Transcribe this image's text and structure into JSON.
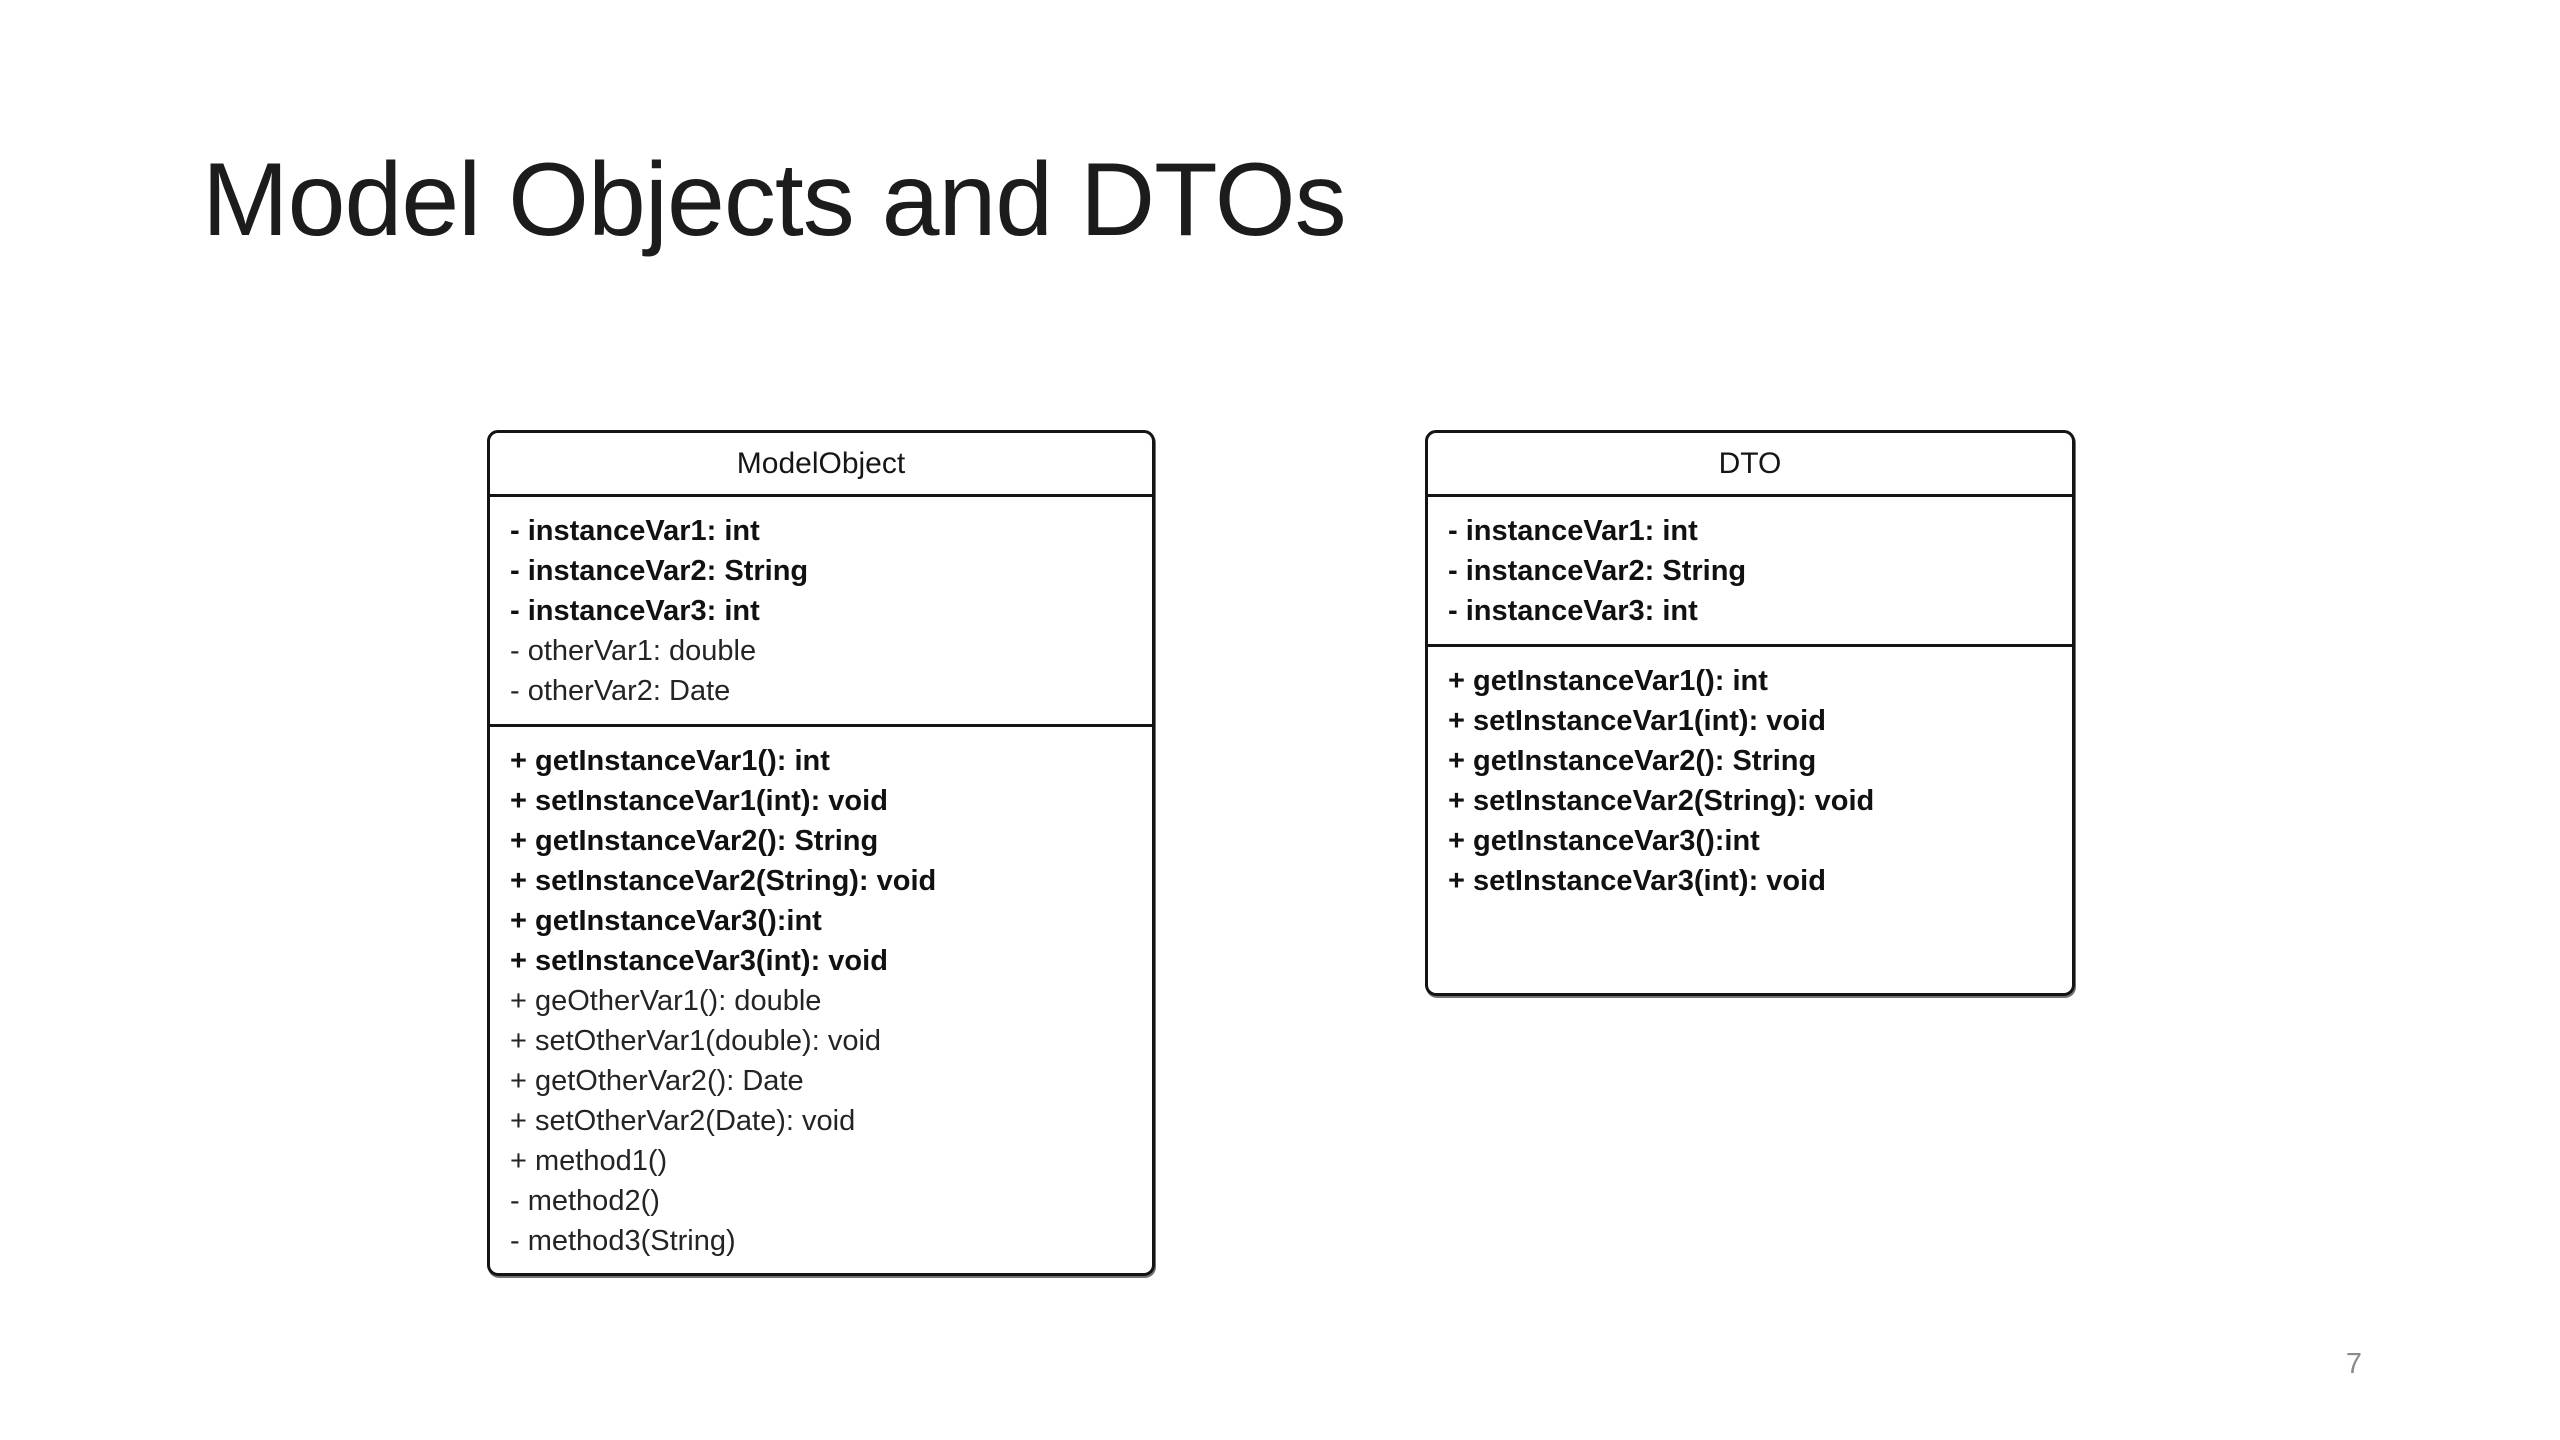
{
  "slide": {
    "title": "Model Objects and DTOs",
    "page_number": "7"
  },
  "colors": {
    "background": "#ffffff",
    "box_border": "#141414",
    "title_text": "#1c1c1c",
    "member_text_bold": "#111111",
    "member_text_regular": "#242424",
    "page_number": "#8a8a8a"
  },
  "uml": {
    "classes": [
      {
        "name": "ModelObject",
        "fields": [
          {
            "text": "- instanceVar1: int",
            "style": "bold"
          },
          {
            "text": "- instanceVar2: String",
            "style": "bold"
          },
          {
            "text": "- instanceVar3: int",
            "style": "bold"
          },
          {
            "text": "- otherVar1: double",
            "style": "regular"
          },
          {
            "text": "- otherVar2: Date",
            "style": "regular"
          }
        ],
        "methods": [
          {
            "text": "+ getInstanceVar1(): int",
            "style": "bold"
          },
          {
            "text": "+ setInstanceVar1(int): void",
            "style": "bold"
          },
          {
            "text": "+ getInstanceVar2(): String",
            "style": "bold"
          },
          {
            "text": "+ setInstanceVar2(String): void",
            "style": "bold"
          },
          {
            "text": "+ getInstanceVar3():int",
            "style": "bold"
          },
          {
            "text": "+ setInstanceVar3(int): void",
            "style": "bold"
          },
          {
            "text": "+ geOtherVar1(): double",
            "style": "regular"
          },
          {
            "text": "+ setOtherVar1(double): void",
            "style": "regular"
          },
          {
            "text": "+ getOtherVar2(): Date",
            "style": "regular"
          },
          {
            "text": "+ setOtherVar2(Date): void",
            "style": "regular"
          },
          {
            "text": "+ method1()",
            "style": "regular"
          },
          {
            "text": "- method2()",
            "style": "regular"
          },
          {
            "text": "- method3(String)",
            "style": "regular"
          }
        ]
      },
      {
        "name": "DTO",
        "fields": [
          {
            "text": "- instanceVar1: int",
            "style": "bold"
          },
          {
            "text": "- instanceVar2: String",
            "style": "bold"
          },
          {
            "text": "- instanceVar3: int",
            "style": "bold"
          }
        ],
        "methods": [
          {
            "text": "+ getInstanceVar1(): int",
            "style": "bold"
          },
          {
            "text": "+ setInstanceVar1(int): void",
            "style": "bold"
          },
          {
            "text": "+ getInstanceVar2(): String",
            "style": "bold"
          },
          {
            "text": "+ setInstanceVar2(String): void",
            "style": "bold"
          },
          {
            "text": "+ getInstanceVar3():int",
            "style": "bold"
          },
          {
            "text": "+ setInstanceVar3(int): void",
            "style": "bold"
          }
        ]
      }
    ]
  }
}
